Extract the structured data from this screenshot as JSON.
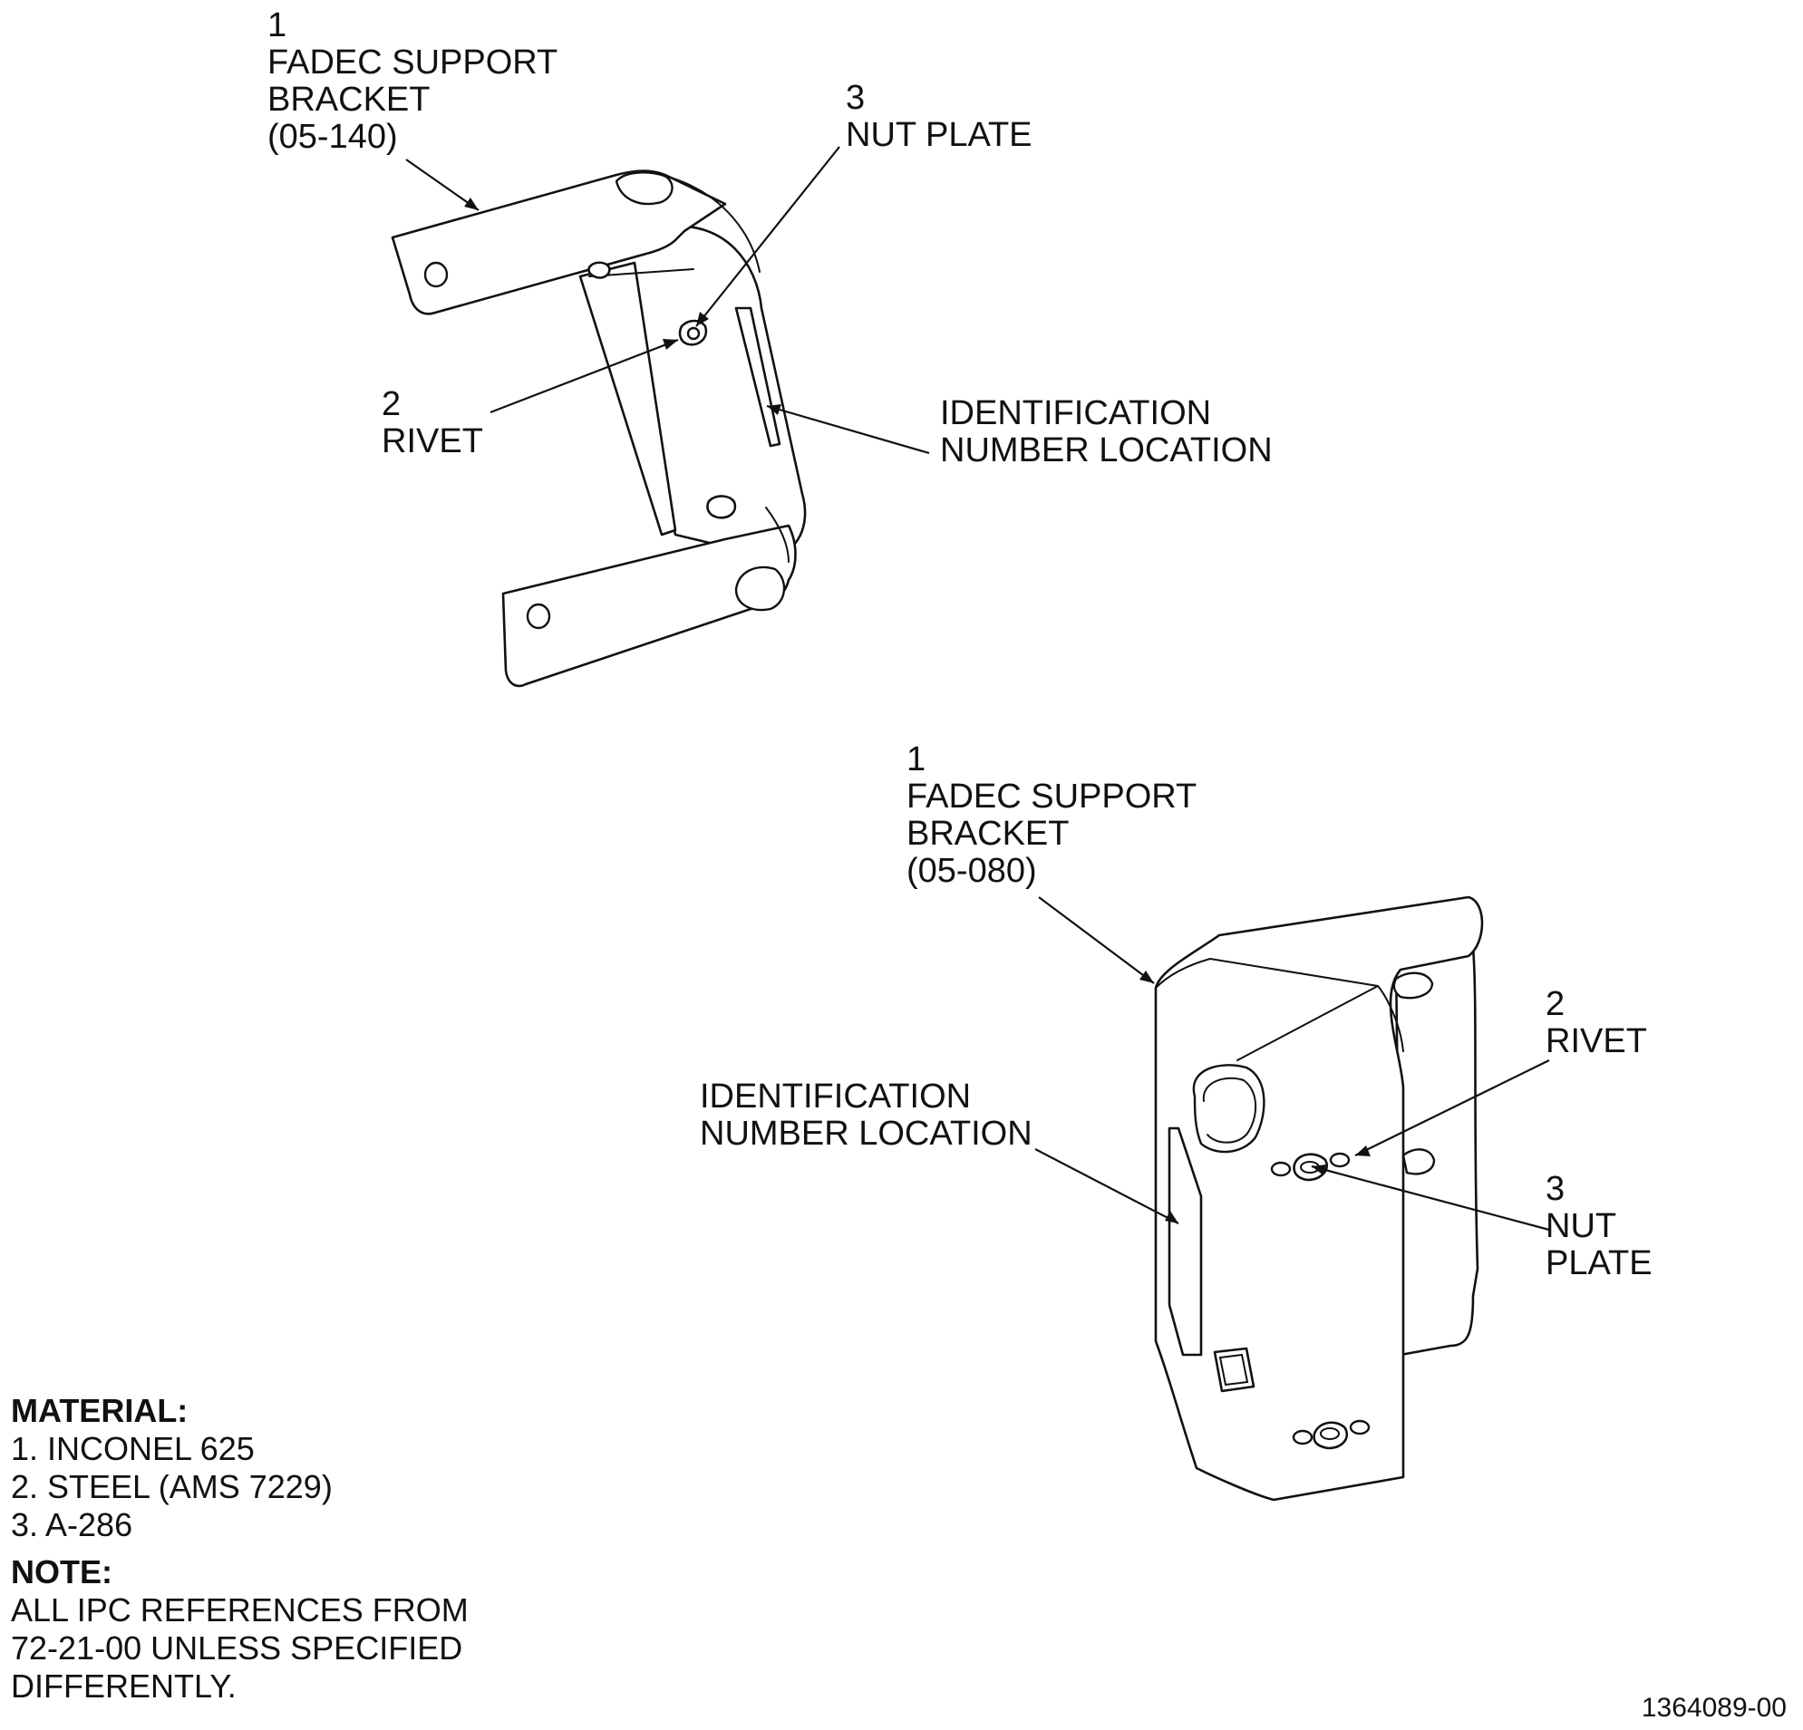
{
  "top_view": {
    "bracket_label": [
      "1",
      "FADEC SUPPORT",
      "BRACKET",
      "(05-140)"
    ],
    "nut_plate_label": [
      "3",
      "NUT PLATE"
    ],
    "rivet_label": [
      "2",
      "RIVET"
    ],
    "id_location_label": [
      "IDENTIFICATION",
      "NUMBER LOCATION"
    ]
  },
  "bottom_view": {
    "bracket_label": [
      "1",
      "FADEC SUPPORT",
      "BRACKET",
      "(05-080)"
    ],
    "rivet_label": [
      "2",
      "RIVET"
    ],
    "nut_plate_label": [
      "3",
      "NUT",
      "PLATE"
    ],
    "id_location_label": [
      "IDENTIFICATION",
      "NUMBER LOCATION"
    ]
  },
  "material": {
    "heading": "MATERIAL:",
    "items": [
      "1. INCONEL 625",
      "2. STEEL (AMS 7229)",
      "3. A-286"
    ]
  },
  "note": {
    "heading": "NOTE:",
    "lines": [
      "ALL IPC REFERENCES FROM",
      "72-21-00 UNLESS SPECIFIED",
      "DIFFERENTLY."
    ]
  },
  "figure_number": "1364089-00"
}
